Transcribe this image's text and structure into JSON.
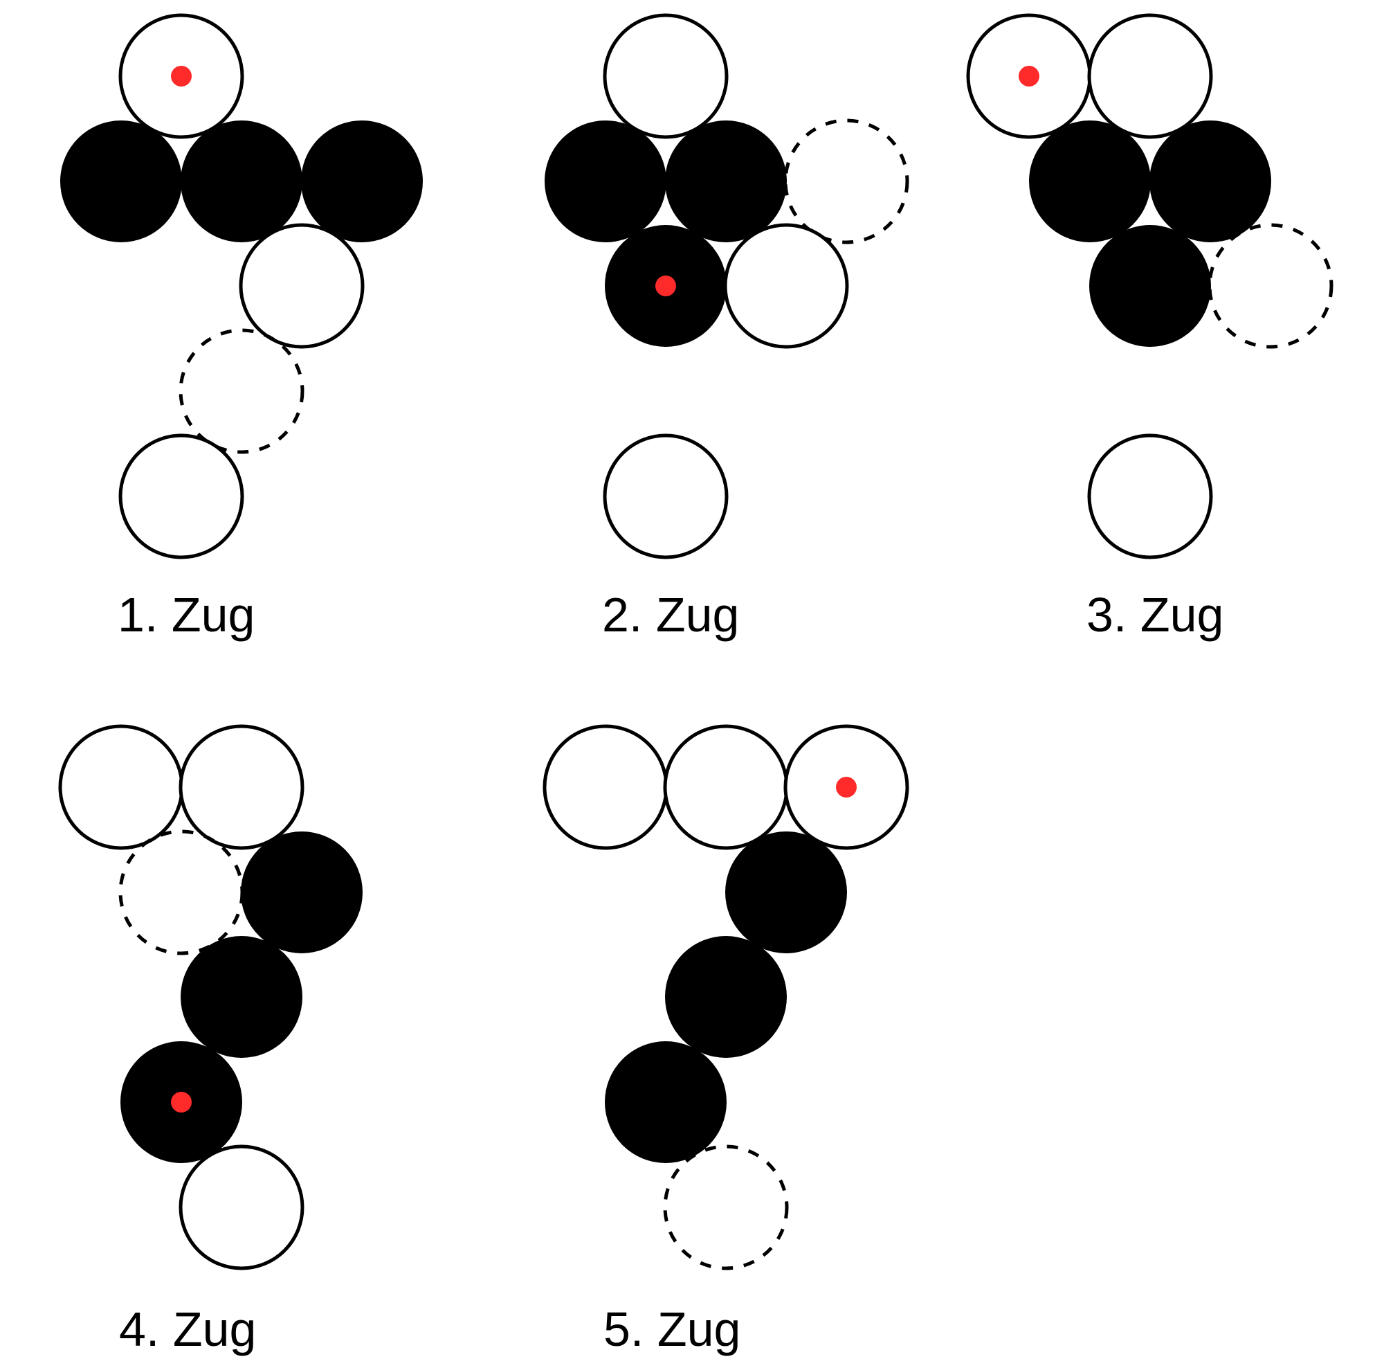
{
  "colors": {
    "stone_dark": "#000000",
    "stone_light": "#ffffff",
    "outline": "#000000",
    "marker": "#ff2a2a"
  },
  "panels": [
    {
      "label": "1. Zug",
      "stones": [
        {
          "kind": "white",
          "marked": true
        },
        {
          "kind": "black"
        },
        {
          "kind": "black"
        },
        {
          "kind": "black"
        },
        {
          "kind": "white"
        },
        {
          "kind": "ghost"
        },
        {
          "kind": "white"
        }
      ]
    },
    {
      "label": "2. Zug",
      "stones": [
        {
          "kind": "white"
        },
        {
          "kind": "black"
        },
        {
          "kind": "black"
        },
        {
          "kind": "ghost"
        },
        {
          "kind": "black",
          "marked": true
        },
        {
          "kind": "white"
        },
        {
          "kind": "white"
        }
      ]
    },
    {
      "label": "3. Zug",
      "stones": [
        {
          "kind": "white",
          "marked": true
        },
        {
          "kind": "white"
        },
        {
          "kind": "black"
        },
        {
          "kind": "black"
        },
        {
          "kind": "black"
        },
        {
          "kind": "ghost"
        },
        {
          "kind": "white"
        }
      ]
    },
    {
      "label": "4. Zug",
      "stones": [
        {
          "kind": "white"
        },
        {
          "kind": "white"
        },
        {
          "kind": "ghost"
        },
        {
          "kind": "black"
        },
        {
          "kind": "black"
        },
        {
          "kind": "black",
          "marked": true
        },
        {
          "kind": "white"
        }
      ]
    },
    {
      "label": "5. Zug",
      "stones": [
        {
          "kind": "white"
        },
        {
          "kind": "white"
        },
        {
          "kind": "white",
          "marked": true
        },
        {
          "kind": "black"
        },
        {
          "kind": "black"
        },
        {
          "kind": "black"
        },
        {
          "kind": "ghost"
        }
      ]
    }
  ]
}
